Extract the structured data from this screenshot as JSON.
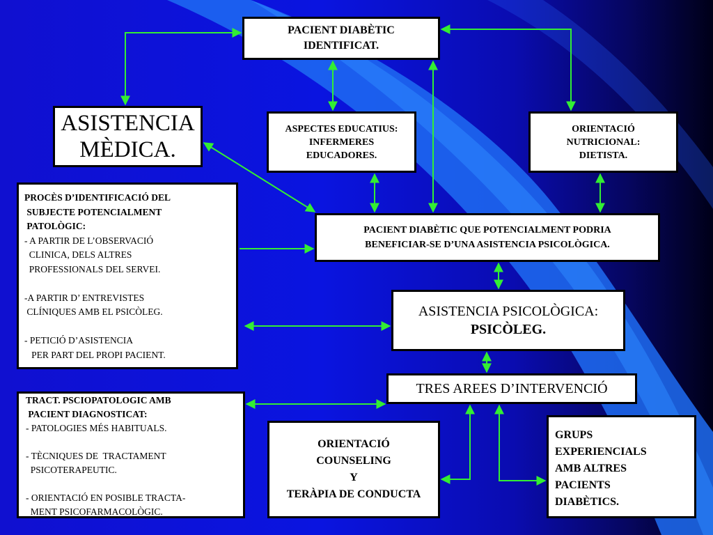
{
  "boxes": {
    "pacient_identificat": [
      "PACIENT DIABÈTIC",
      "IDENTIFICAT."
    ],
    "asistencia_medica": [
      "ASISTENCIA",
      "MÈDICA."
    ],
    "aspectes_educatius": [
      "ASPECTES EDUCATIUS:",
      "INFERMERES",
      "EDUCADORES."
    ],
    "orientacio_nutricional": [
      "ORIENTACIÓ",
      "NUTRICIONAL:",
      "DIETISTA."
    ],
    "proces_identificacio": {
      "lines": [
        "PROCÈS D’IDENTIFICACIÓ DEL",
        " SUBJECTE POTENCIALMENT",
        " PATOLÒGIC:",
        "- A PARTIR DE L’OBSERVACIÓ",
        "  CLINICA, DELS ALTRES",
        "  PROFESSIONALS DEL SERVEI.",
        "",
        "-A PARTIR D’ ENTREVISTES",
        " CLÍNIQUES AMB EL PSICÒLEG.",
        "",
        "- PETICIÓ D’ASISTENCIA",
        "   PER PART DEL PROPI PACIENT."
      ]
    },
    "pacient_potencial": [
      "PACIENT DIABÈTIC QUE POTENCIALMENT PODRIA",
      "BENEFICIAR-SE D’UNA ASISTENCIA PSICOLÒGICA."
    ],
    "asistencia_psicologica": [
      "ASISTENCIA PSICOLÒGICA:",
      "PSICÒLEG."
    ],
    "tres_arees": "TRES AREES D’INTERVENCIÓ",
    "tractament": {
      "lines": [
        "TRACT. PSCIOPATOLOGIC AMB",
        " PACIENT DIAGNOSTICAT:",
        "- PATOLOGIES MÉS HABITUALS.",
        "",
        "- TÈCNIQUES DE  TRACTAMENT",
        "  PSICOTERAPEUTIC.",
        "",
        "- ORIENTACIÓ EN POSIBLE TRACTA-",
        "  MENT PSICOFARMACOLÒGIC."
      ]
    },
    "orientacio_counseling": [
      "ORIENTACIÓ",
      "COUNSELING",
      "Y",
      "TERÀPIA DE CONDUCTA"
    ],
    "grups_experiencials": [
      "GRUPS",
      "EXPERIENCIALS",
      "AMB ALTRES",
      "PACIENTS",
      "DIABÈTICS."
    ]
  },
  "colors": {
    "background": "#0a14e0",
    "arrow": "#33ee33",
    "box_fill": "#ffffff",
    "box_border": "#000000"
  }
}
